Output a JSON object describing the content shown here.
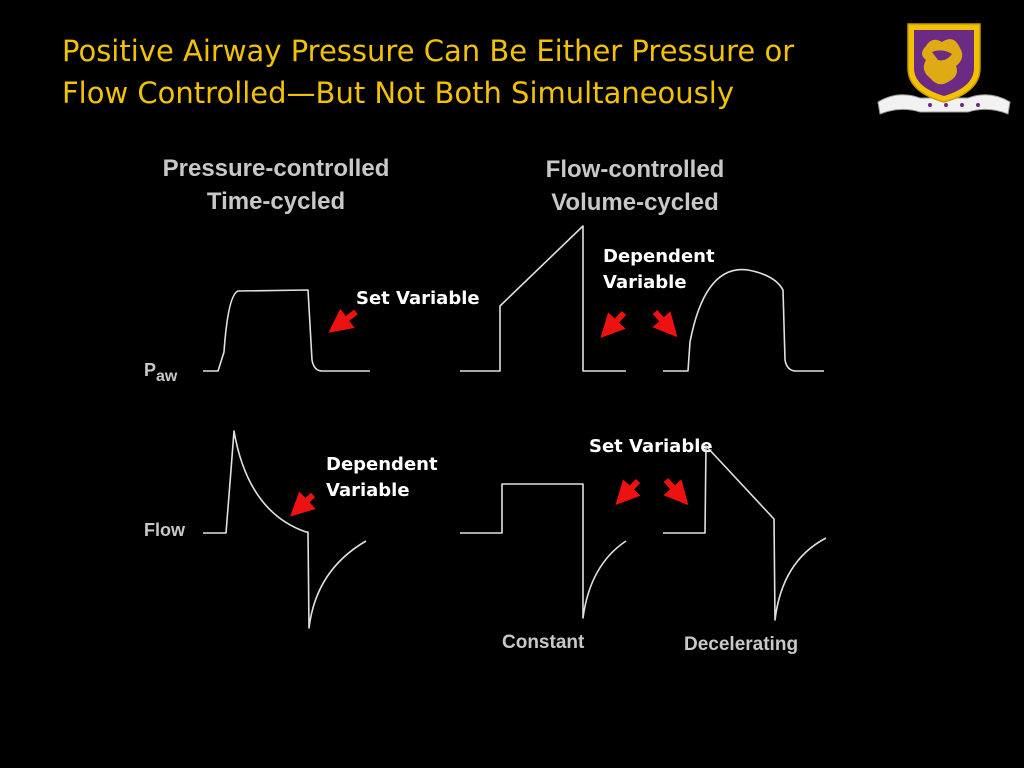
{
  "slide": {
    "title_line1": "Positive Airway Pressure Can Be Either Pressure or",
    "title_line2": "Flow Controlled—But Not Both Simultaneously"
  },
  "logo": {
    "icon": "university-crest-icon",
    "colors": {
      "shield": "#f2c200",
      "field": "#6b2a84"
    }
  },
  "columns": {
    "pressure": {
      "line1": "Pressure-controlled",
      "line2": "Time-cycled"
    },
    "flow": {
      "line1": "Flow-controlled",
      "line2": "Volume-cycled"
    }
  },
  "rows": {
    "paw_main": "P",
    "paw_sub": "aw",
    "flow": "Flow"
  },
  "annotations": {
    "set_variable_top": "Set Variable",
    "dependent_top_line1": "Dependent",
    "dependent_top_line2": "Variable",
    "dependent_bottom_line1": "Dependent",
    "dependent_bottom_line2": "Variable",
    "set_variable_bottom": "Set Variable"
  },
  "waveform_labels": {
    "constant": "Constant",
    "decelerating": "Decelerating"
  },
  "colors": {
    "background": "#000000",
    "title": "#f2c200",
    "trace": "#e0e0e0",
    "arrow": "#ee1111",
    "label": "#ffffff",
    "header": "#c8c8c8"
  }
}
